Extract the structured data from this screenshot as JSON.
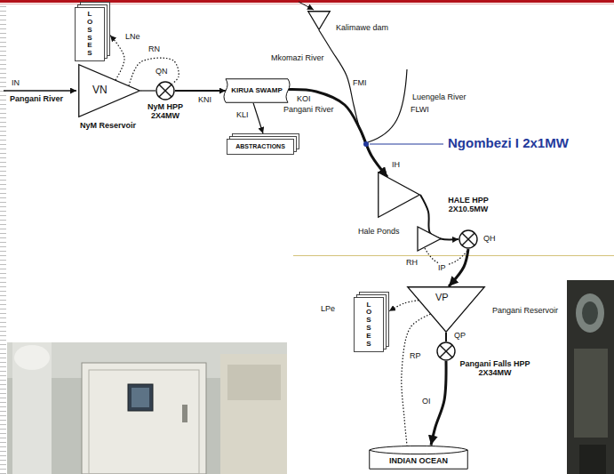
{
  "diagram": {
    "nodes": [
      {
        "text": [
          "LOSSES"
        ]
      },
      {
        "text": [
          "Kalimawe dam"
        ]
      },
      {
        "text": [
          "VN",
          "NyM Reservoir"
        ]
      },
      {
        "text": [
          "QN",
          "NyM HPP 2X4MW"
        ]
      },
      {
        "text": [
          "KIRUA SWAMP"
        ]
      },
      {
        "text": [
          "ABSTRACTIONS"
        ]
      },
      {
        "text": [
          "Hale Ponds"
        ]
      },
      {
        "text": [
          "HALE HPP 2X10.5MW",
          "QH"
        ]
      },
      {
        "text": [
          "VP",
          "Pangani Reservoir"
        ]
      },
      {
        "text": [
          "LOSSES"
        ]
      },
      {
        "text": [
          "QP",
          "Pangani Falls HPP 2X34MW"
        ]
      },
      {
        "text": [
          "INDIAN OCEAN"
        ]
      }
    ],
    "edges": [
      {
        "from": 2,
        "to": 0,
        "arrow": "to"
      },
      {
        "from": 2,
        "to": 3,
        "arrow": "none"
      },
      {
        "from": 2,
        "to": 3,
        "label": "RN",
        "arrow": "none"
      },
      {
        "from": 3,
        "to": 4,
        "label": "KNI",
        "arrow": "to"
      },
      {
        "from": 4,
        "to": 5,
        "label": "KLI",
        "arrow": "to"
      },
      {
        "from": 4,
        "to": 6,
        "label": "KOI",
        "arrow": "to"
      },
      {
        "from": 1,
        "to": 6,
        "label": "FMI",
        "arrow": "to"
      },
      {
        "from": 6,
        "to": 7,
        "arrow": "to"
      },
      {
        "from": 7,
        "to": 8,
        "label": "IP",
        "arrow": "to"
      },
      {
        "from": 8,
        "to": 9,
        "arrow": "to"
      },
      {
        "from": 8,
        "to": 10,
        "arrow": "none"
      },
      {
        "from": 8,
        "to": 11,
        "label": "RP",
        "arrow": "none"
      },
      {
        "from": 10,
        "to": 11,
        "label": "OI",
        "arrow": "to"
      }
    ],
    "labels": [
      "LNe",
      "IN",
      "Pangani River",
      "Mkomazi River",
      "Pangani River",
      "Luengela River",
      "FLWI",
      "Ngombezi I 2x1MW",
      "IH",
      "RH",
      "LPe"
    ]
  }
}
